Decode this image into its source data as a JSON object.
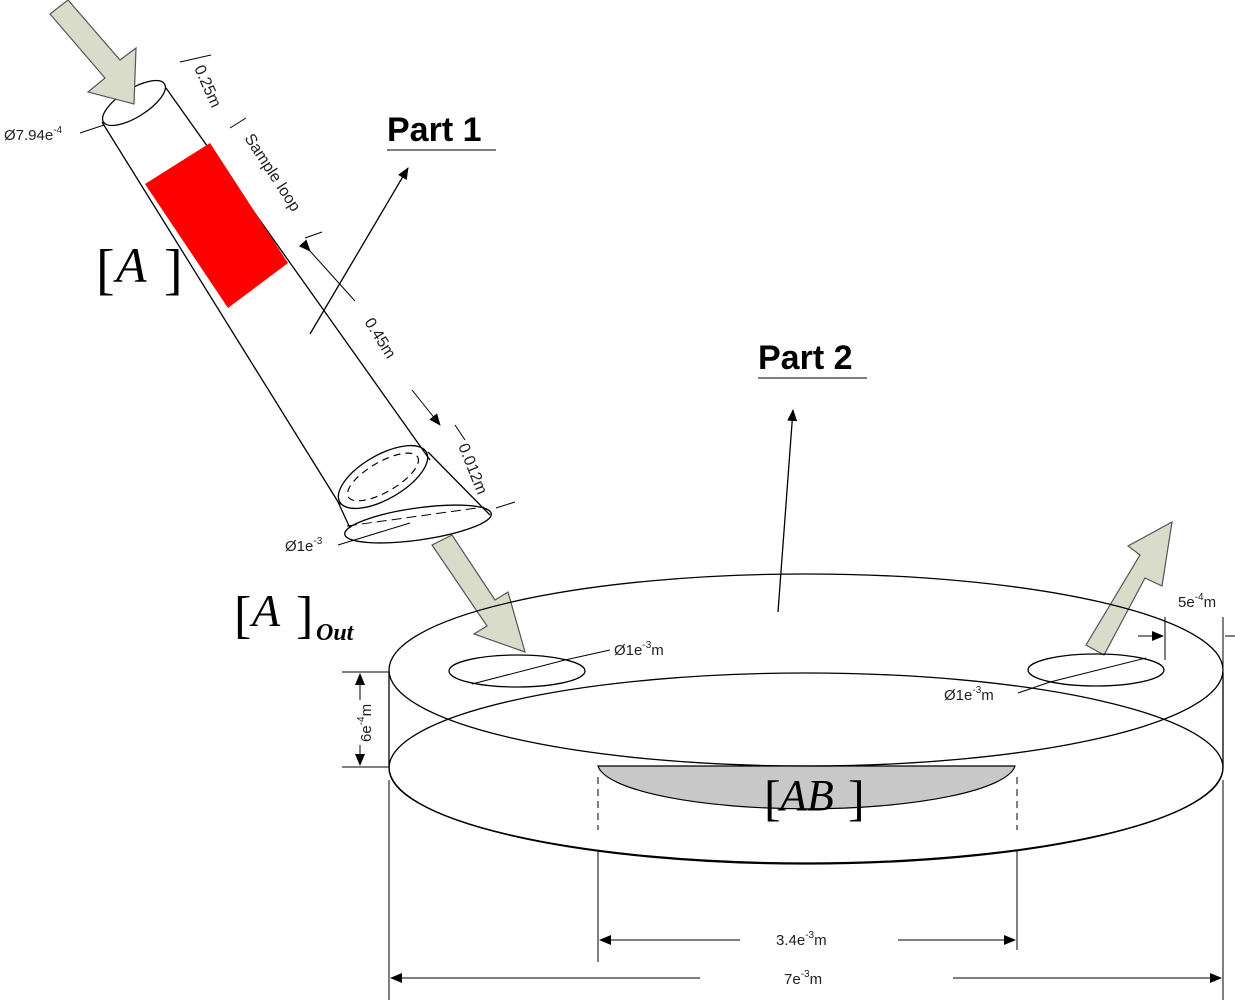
{
  "labels": {
    "part1": "Part 1",
    "part2": "Part 2",
    "concA": "A",
    "concAOut": "A",
    "concAOutSub": "Out",
    "concAB": "AB",
    "dia_inlet": "Ø7.94e",
    "dia_inlet_exp": "-4",
    "len_top": "0.25m",
    "sample_loop": "Sample loop",
    "len_mid": "0.45m",
    "len_end": "0.012m",
    "dia_tube_out": "Ø1e",
    "dia_tube_out_exp": "-3",
    "dia_port_in": "Ø1e",
    "dia_port_in_exp": "-3",
    "dia_port_in_unit": "m",
    "dia_port_out": "Ø1e",
    "dia_port_out_exp": "-3",
    "dia_port_out_unit": "m",
    "edge_gap": "5e",
    "edge_gap_exp": "-4",
    "edge_gap_unit": "m",
    "thickness": "6e",
    "thickness_exp": "-4",
    "thickness_unit": "m",
    "inner_width": "3.4e",
    "inner_width_exp": "-3",
    "inner_width_unit": "m",
    "outer_width": "7e",
    "outer_width_exp": "-3",
    "outer_width_unit": "m"
  },
  "colors": {
    "sample": "#ff0000",
    "arrow_fill": "#d9dccb",
    "reaction_zone": "#c8c8c8"
  }
}
